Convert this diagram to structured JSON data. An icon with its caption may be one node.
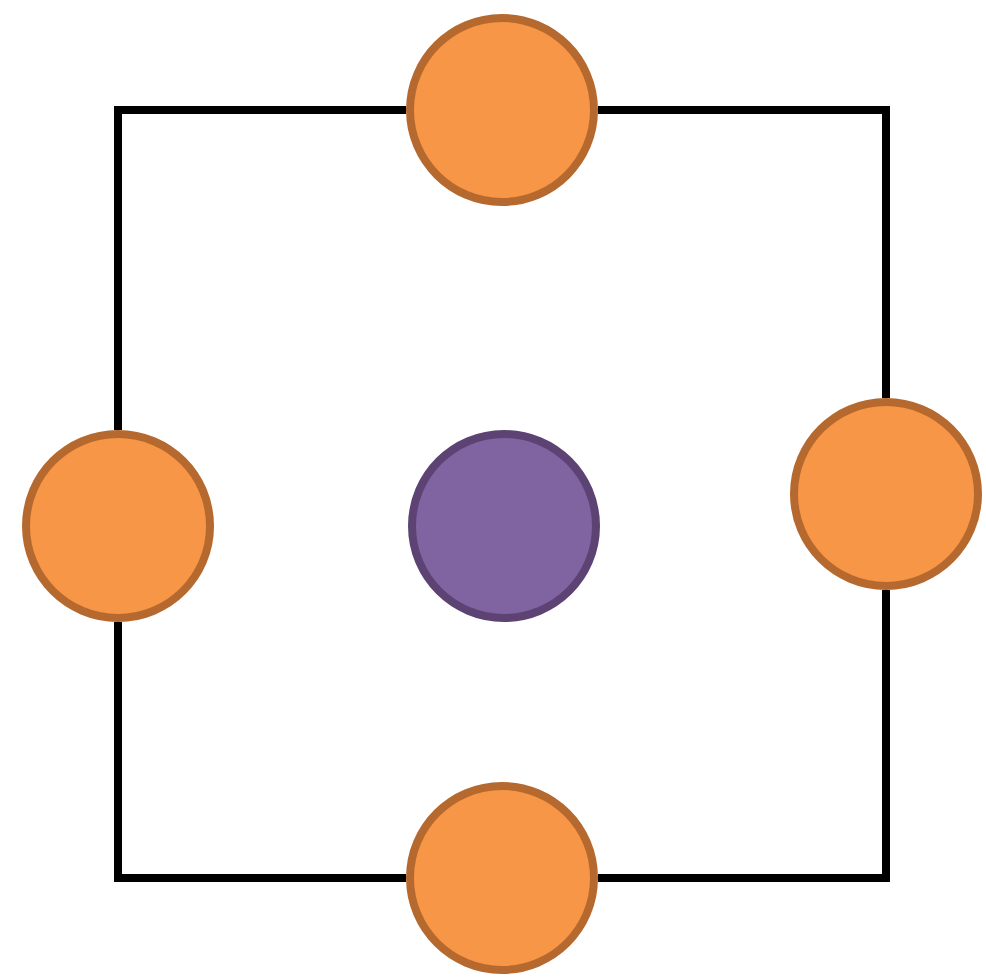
{
  "diagram": {
    "nodes": [
      {
        "text": [],
        "shape": "circle"
      },
      {
        "text": [],
        "shape": "circle"
      },
      {
        "text": [],
        "shape": "circle"
      },
      {
        "text": [],
        "shape": "circle"
      },
      {
        "text": [],
        "shape": "circle"
      }
    ],
    "edges": [
      {
        "from": 0,
        "to": 3,
        "arrow": "none"
      },
      {
        "from": 3,
        "to": 4,
        "arrow": "none"
      },
      {
        "from": 4,
        "to": 1,
        "arrow": "none"
      },
      {
        "from": 1,
        "to": 0,
        "arrow": "none"
      }
    ]
  }
}
